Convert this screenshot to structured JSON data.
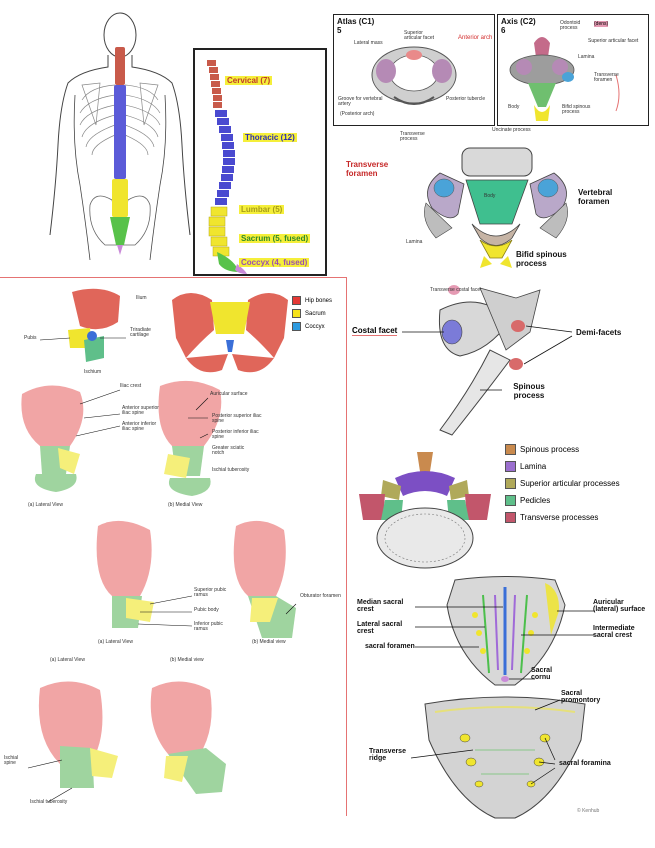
{
  "spine_panel": {
    "cervical": "Cervical (7)",
    "thoracic": "Thoracic (12)",
    "lumbar": "Lumbar (5)",
    "sacrum": "Sacrum (5, fused)",
    "coccyx": "Coccyx (4, fused)"
  },
  "atlas": {
    "title": "Atlas (C1)",
    "num": "5",
    "anterior_arch": "Anterior arch",
    "groove": "Groove for vertebral artery",
    "posterior_arch": "(Posterior arch)",
    "lateral_mass": "Lateral mass",
    "facet": "Superior articular facet",
    "tubercle": "Posterior tubercle"
  },
  "axis": {
    "title": "Axis (C2)",
    "num": "6",
    "odontoid": "Odontoid process",
    "dens": "(dens)",
    "sup_facet": "Superior articular facet",
    "transverse_foramen": "Transverse foramen",
    "body": "Body",
    "bifid": "Bifid spinous process",
    "lamina": "Lamina"
  },
  "cervical_vert": {
    "transverse_foramen": "Transverse foramen",
    "vertebral_foramen": "Vertebral foramen",
    "bifid": "Bifid spinous process",
    "transverse_process": "Transverse process",
    "uncinate": "Uncinate process",
    "body": "Body",
    "lamina": "Lamina"
  },
  "thoracic_vert": {
    "costal_facet": "Costal facet",
    "demi_facets": "Demi-facets",
    "spinous_process": "Spinous process",
    "transverse_costal": "Transverse costal facet"
  },
  "lumbar_legend": [
    {
      "label": "Spinous process",
      "color": "#c98a4e"
    },
    {
      "label": "Lamina",
      "color": "#9b6fcf"
    },
    {
      "label": "Superior articular processes",
      "color": "#b0a95a"
    },
    {
      "label": "Pedicles",
      "color": "#5fbf8a"
    },
    {
      "label": "Transverse processes",
      "color": "#c2566b"
    }
  ],
  "sacrum_posterior": {
    "median_crest": "Median sacral crest",
    "lateral_crest": "Lateral sacral crest",
    "sacral_foramen": "sacral foramen",
    "auricular": "Auricular (lateral) surface",
    "intermediate": "Intermediate sacral crest",
    "cornu": "Sacral cornu"
  },
  "sacrum_anterior": {
    "promontory": "Sacral promontory",
    "transverse_ridge": "Transverse ridge",
    "foramina": "sacral foramina",
    "credit": "© Kenhub"
  },
  "hip_panel": {
    "ilium": "Ilium",
    "pubis": "Pubis",
    "ischium": "Ischium",
    "triradiate": "Triradiate cartilage",
    "legend": [
      {
        "label": "Hip bones",
        "color": "#e53935"
      },
      {
        "label": "Sacrum",
        "color": "#f5e21b"
      },
      {
        "label": "Coccyx",
        "color": "#2e9be0"
      }
    ],
    "view_a": "(a) Lateral View",
    "view_b": "(b) Medial View",
    "view_c": "(a) Lateral View",
    "view_d": "(b) Medial view",
    "view_e": "(a) Lateral View",
    "view_f": "(b) Medial view",
    "iliac_crest": "Iliac crest",
    "ant_sup_spine": "Anterior superior iliac spine",
    "ant_inf_spine": "Anterior inferior iliac spine",
    "auricular": "Auricular surface",
    "post_sup_spine": "Posterior superior iliac spine",
    "post_inf_spine": "Posterior inferior iliac spine",
    "greater_sciatic": "Greater sciatic notch",
    "ischial_tuberosity": "Ischial tuberosity",
    "sup_pubic": "Superior pubic ramus",
    "pubic_body": "Pubic body",
    "inf_pubic": "Inferior pubic ramus",
    "obturator": "Obturator foramen",
    "ischial_spine": "Ischial spine",
    "ischial_tub2": "Ischial tuberosity"
  }
}
